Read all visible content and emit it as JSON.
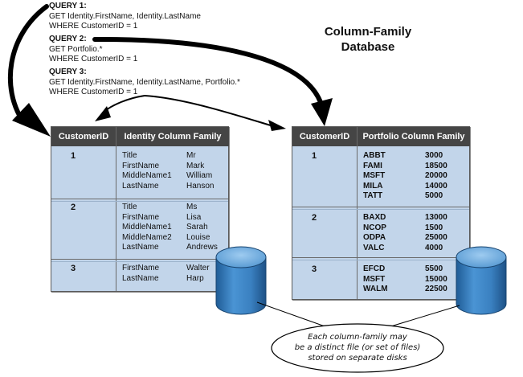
{
  "queries": [
    {
      "label": "QUERY 1:",
      "lines": [
        "GET Identity.FirstName, Identity.LastName",
        "WHERE CustomerID = 1"
      ]
    },
    {
      "label": "QUERY 2:",
      "lines": [
        "GET Portfolio.*",
        "WHERE CustomerID = 1"
      ]
    },
    {
      "label": "QUERY 3:",
      "lines": [
        "GET Identity.FirstName, Identity.LastName, Portfolio.*",
        "WHERE CustomerID = 1"
      ]
    }
  ],
  "title_line1": "Column-Family",
  "title_line2": "Database",
  "identity_table": {
    "headers": [
      "CustomerID",
      "Identity Column Family"
    ],
    "rows": [
      {
        "id": "1",
        "cols": [
          [
            "Title",
            "Mr"
          ],
          [
            "FirstName",
            "Mark"
          ],
          [
            "MiddleName1",
            "William"
          ],
          [
            "LastName",
            "Hanson"
          ]
        ]
      },
      {
        "id": "2",
        "cols": [
          [
            "Title",
            "Ms"
          ],
          [
            "FirstName",
            "Lisa"
          ],
          [
            "MiddleName1",
            "Sarah"
          ],
          [
            "MiddleName2",
            "Louise"
          ],
          [
            "LastName",
            "Andrews"
          ]
        ]
      },
      {
        "id": "3",
        "cols": [
          [
            "FirstName",
            "Walter"
          ],
          [
            "LastName",
            "Harp"
          ]
        ]
      }
    ]
  },
  "portfolio_table": {
    "headers": [
      "CustomerID",
      "Portfolio Column Family"
    ],
    "rows": [
      {
        "id": "1",
        "cols": [
          [
            "ABBT",
            "3000"
          ],
          [
            "FAMI",
            "18500"
          ],
          [
            "MSFT",
            "20000"
          ],
          [
            "MILA",
            "14000"
          ],
          [
            "TATT",
            "5000"
          ]
        ]
      },
      {
        "id": "2",
        "cols": [
          [
            "BAXD",
            "13000"
          ],
          [
            "NCOP",
            "1500"
          ],
          [
            "ODPA",
            "25000"
          ],
          [
            "VALC",
            "4000"
          ]
        ]
      },
      {
        "id": "3",
        "cols": [
          [
            "EFCD",
            "5500"
          ],
          [
            "MSFT",
            "15000"
          ],
          [
            "WALM",
            "22500"
          ]
        ]
      }
    ]
  },
  "bubble_lines": [
    "Each column-family may",
    "be a distinct file (or set of files)",
    "stored on separate disks"
  ],
  "colors": {
    "header": "#454545",
    "table_fill": "#c2d5ea",
    "cylinder": "#3f86c6",
    "arrow": "#000000"
  }
}
